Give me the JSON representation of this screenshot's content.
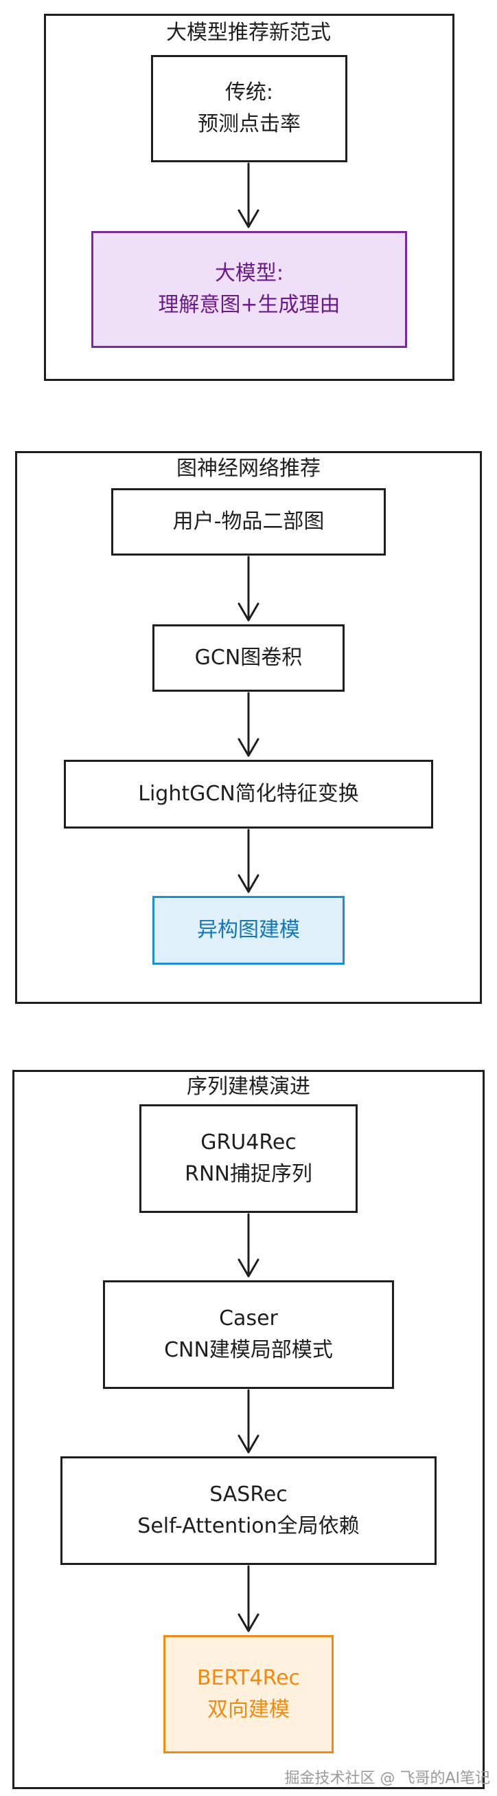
{
  "groups": {
    "llm": {
      "title": "大模型推荐新范式",
      "nodes": {
        "traditional": {
          "line1": "传统:",
          "line2": "预测点击率"
        },
        "llm": {
          "line1": "大模型:",
          "line2": "理解意图+生成理由"
        }
      }
    },
    "gnn": {
      "title": "图神经网络推荐",
      "nodes": {
        "bipartite": {
          "line1": "用户-物品二部图"
        },
        "gcn": {
          "line1": "GCN图卷积"
        },
        "lightgcn": {
          "line1": "LightGCN简化特征变换"
        },
        "hetero": {
          "line1": "异构图建模"
        }
      }
    },
    "seq": {
      "title": "序列建模演进",
      "nodes": {
        "gru4rec": {
          "line1": "GRU4Rec",
          "line2": "RNN捕捉序列"
        },
        "caser": {
          "line1": "Caser",
          "line2": "CNN建模局部模式"
        },
        "sasrec": {
          "line1": "SASRec",
          "line2": "Self-Attention全局依赖"
        },
        "bert4rec": {
          "line1": "BERT4Rec",
          "line2": "双向建模"
        }
      }
    }
  },
  "colors": {
    "stroke": "#1e1e1e",
    "llm_accent": "#7b2a9e",
    "hetero_accent": "#1c8ed1",
    "bert4rec_accent": "#f08a16"
  },
  "watermark": "掘金技术社区 @ 飞哥的AI笔记"
}
